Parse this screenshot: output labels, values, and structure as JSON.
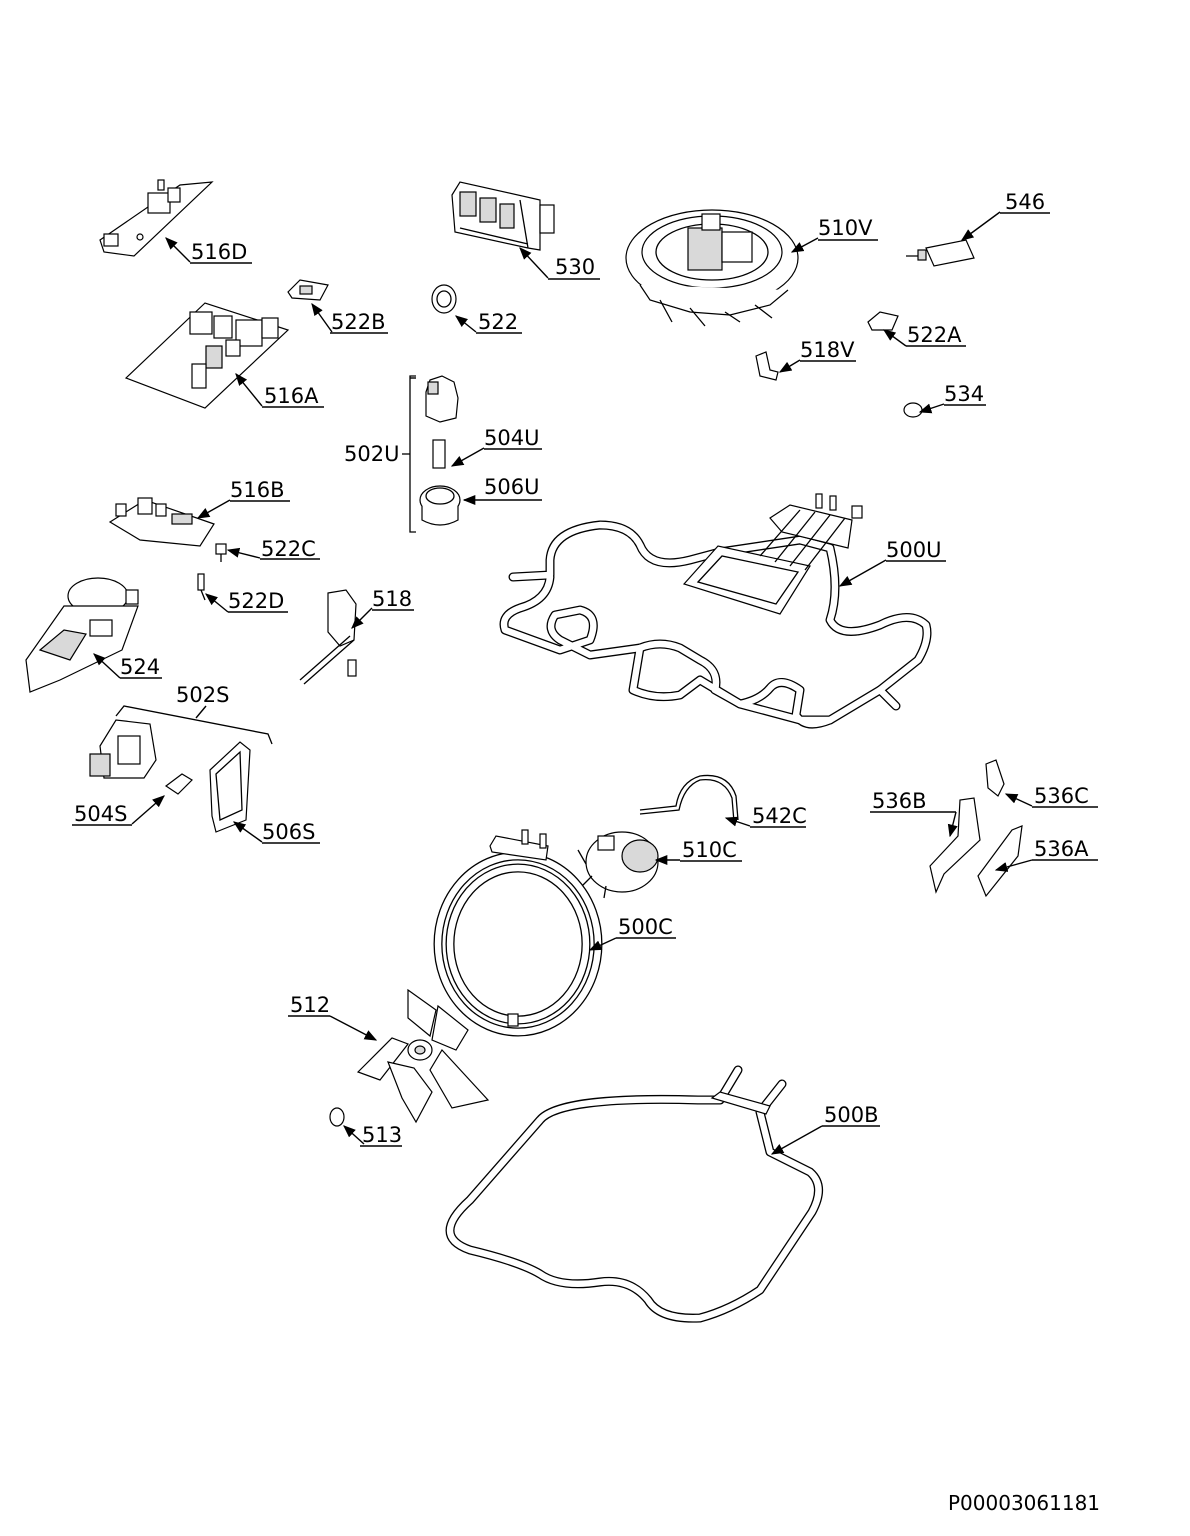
{
  "drawing_code": "P00003061181",
  "parts": {
    "p516D": "516D",
    "p530": "530",
    "p510V": "510V",
    "p546": "546",
    "p522B": "522B",
    "p522": "522",
    "p522A": "522A",
    "p516A": "516A",
    "p518V": "518V",
    "p534": "534",
    "p502U": "502U",
    "p504U": "504U",
    "p506U": "506U",
    "p516B": "516B",
    "p522C": "522C",
    "p500U": "500U",
    "p522D": "522D",
    "p518": "518",
    "p524": "524",
    "p502S": "502S",
    "p504S": "504S",
    "p506S": "506S",
    "p542C": "542C",
    "p536B": "536B",
    "p536C": "536C",
    "p536A": "536A",
    "p510C": "510C",
    "p500C": "500C",
    "p512": "512",
    "p513": "513",
    "p500B": "500B"
  }
}
